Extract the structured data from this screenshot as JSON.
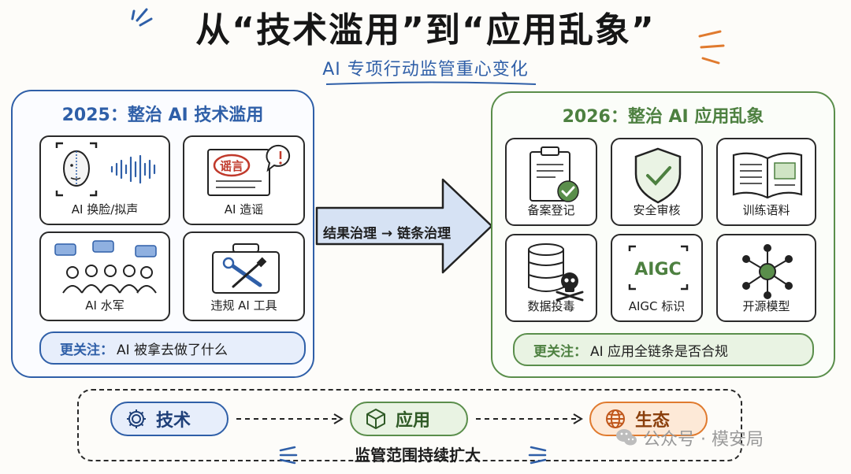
{
  "header": {
    "title": "从“技术滥用”到“应用乱象”",
    "subtitle": "AI 专项行动监管重心变化"
  },
  "left_panel": {
    "title": "2025：整治 AI 技术滥用",
    "cards": [
      {
        "label": "AI 换脸/拟声",
        "icon": "face-scan-voice-icon"
      },
      {
        "label": "AI 造谣",
        "icon": "rumor-document-icon"
      },
      {
        "label": "AI 水军",
        "icon": "crowd-chat-icon"
      },
      {
        "label": "违规 AI 工具",
        "icon": "toolbox-icon"
      }
    ],
    "stamp_text": "谣言",
    "note_highlight": "更关注：",
    "note_text": "AI 被拿去做了什么"
  },
  "transition": {
    "label": "结果治理 → 链条治理"
  },
  "right_panel": {
    "title": "2026：整治 AI 应用乱象",
    "cards": [
      {
        "label": "备案登记",
        "icon": "clipboard-check-icon"
      },
      {
        "label": "安全审核",
        "icon": "shield-check-icon"
      },
      {
        "label": "训练语料",
        "icon": "open-book-icon"
      },
      {
        "label": "数据投毒",
        "icon": "database-skull-icon"
      },
      {
        "label": "AIGC 标识",
        "icon": "aigc-label-icon"
      },
      {
        "label": "开源模型",
        "icon": "network-nodes-icon"
      }
    ],
    "aigc_text": "AIGC",
    "note_highlight": "更关注：",
    "note_text": "AI 应用全链条是否合规"
  },
  "scope": {
    "stages": [
      {
        "label": "技术",
        "icon": "gear-icon"
      },
      {
        "label": "应用",
        "icon": "cube-icon"
      },
      {
        "label": "生态",
        "icon": "globe-icon"
      }
    ],
    "label": "监管范围持续扩大"
  },
  "watermark": {
    "text": "公众号 · 模安局",
    "icon": "wechat-icon"
  },
  "colors": {
    "blue": "#2f5fa8",
    "green": "#5a8e4b",
    "orange": "#e07a2e",
    "arrow_fill": "#d6e2f4"
  }
}
